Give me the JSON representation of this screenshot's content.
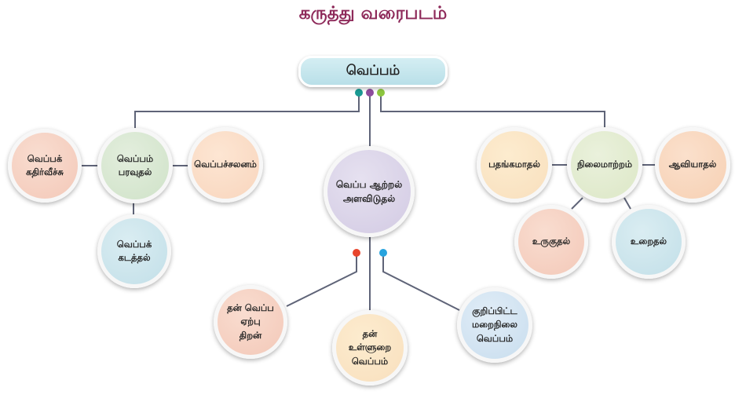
{
  "title": "கருத்து வரைபடம்",
  "root": "வெப்பம்",
  "nodes": {
    "transfer": "வெப்பம்\nபரவுதல்",
    "radiation": "வெப்பக்\nகதிர்வீச்சு",
    "convection": "வெப்பச்சலனம்",
    "conduction": "வெப்பக்\nகடத்தல்",
    "measurement": "வெப்ப ஆற்றல்\nஅளவிடுதல்",
    "heat_capacity": "தன் வெப்ப\nஏற்பு\nதிறன்",
    "specific_heat": "தன்\nஉள்ளுறை\nவெப்பம்",
    "latent_heat": "குறிப்பிட்ட\nமறைநிலை\nவெப்பம்",
    "change_of_state": "நிலைமாற்றம்",
    "sublimation": "பதங்கமாதல்",
    "evaporation": "ஆவியாதல்",
    "melting": "உருகுதல்",
    "freezing": "உறைதல்"
  },
  "colors": {
    "title": "#8e2a5a",
    "line": "#5f6478",
    "dot_teal": "#1a9a93",
    "dot_purple": "#8e4d9e",
    "dot_green": "#8dc63f",
    "dot_red": "#e8452c",
    "dot_blue": "#27a3de"
  }
}
